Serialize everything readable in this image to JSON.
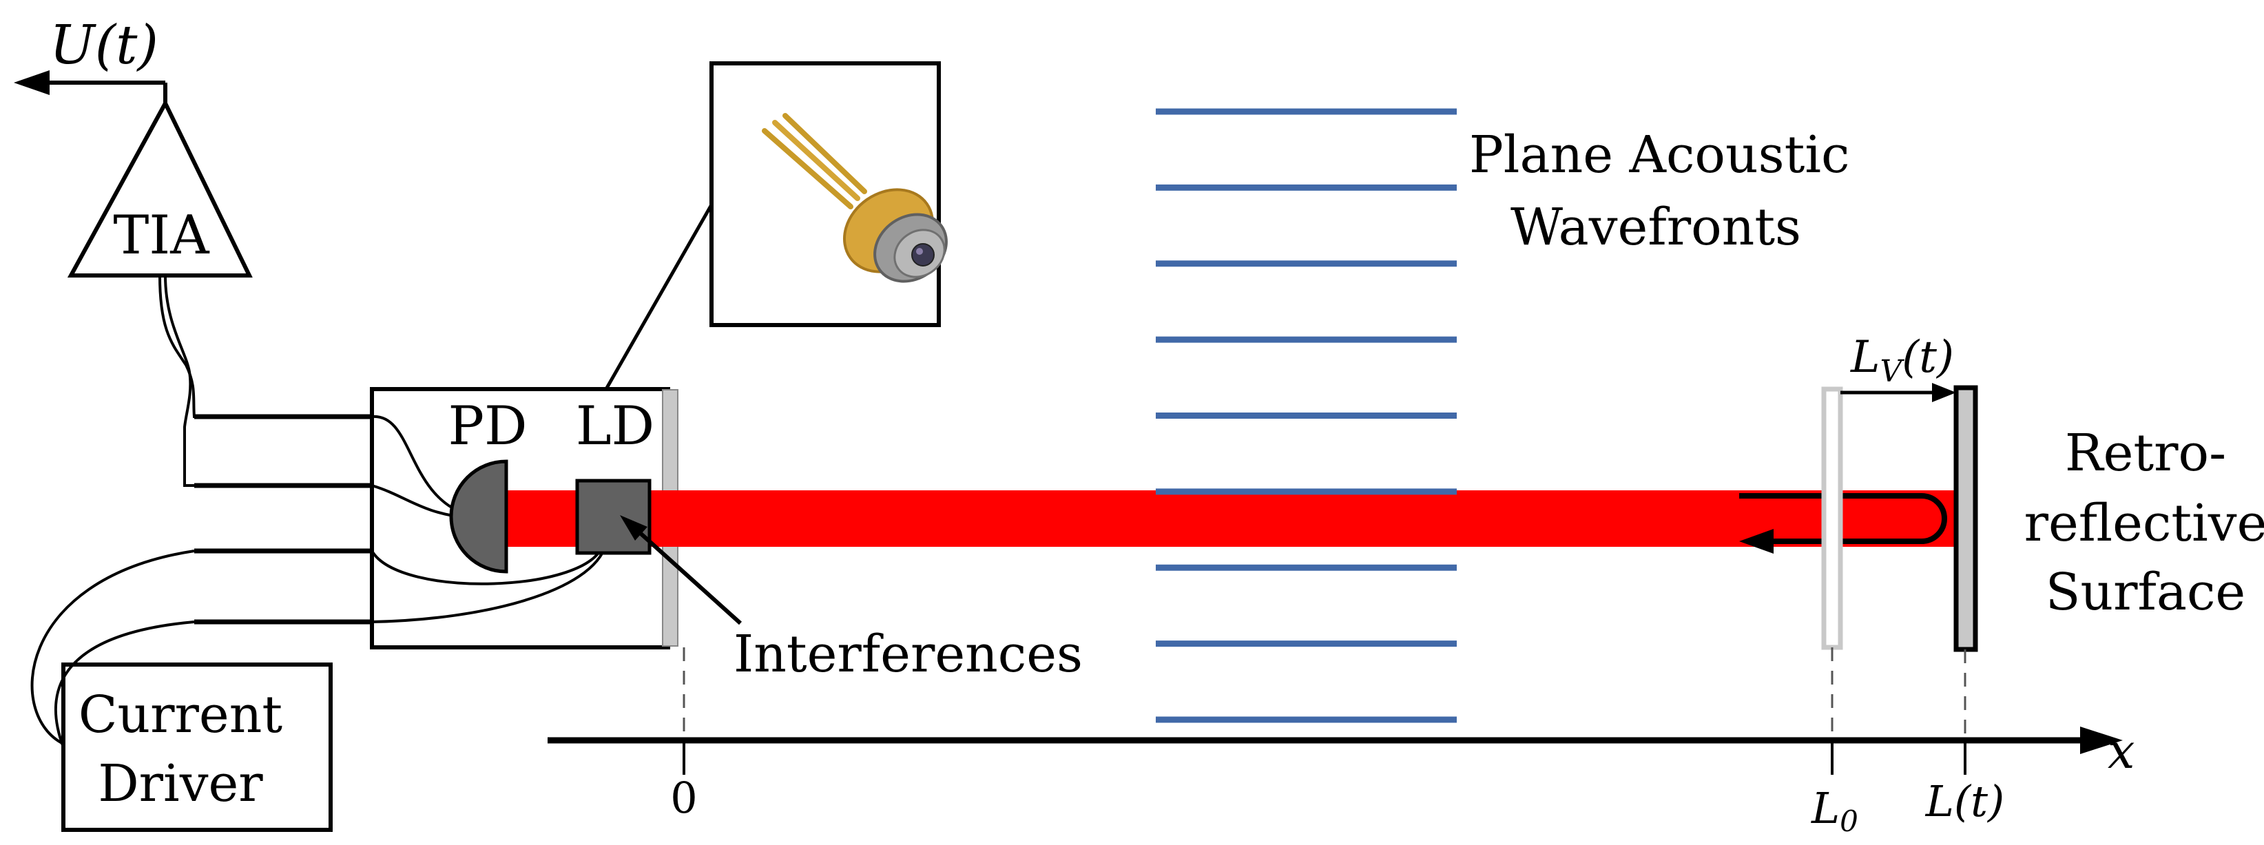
{
  "signal": {
    "label": "U(t)"
  },
  "amplifier": {
    "label": "TIA"
  },
  "driver": {
    "line1": "Current",
    "line2": "Driver"
  },
  "laser_package": {
    "pd_label": "PD",
    "ld_label": "LD"
  },
  "interference": {
    "label": "Interferences"
  },
  "acoustic": {
    "line1": "Plane Acoustic",
    "line2": "Wavefronts",
    "wavefront_count": 9
  },
  "surface": {
    "line1": "Retro-",
    "line2": "reflective",
    "line3": "Surface"
  },
  "axis": {
    "x_label": "x",
    "tick_origin": "0",
    "tick_l0_main": "L",
    "tick_l0_sub": "0",
    "tick_lt": "L(t)"
  },
  "vibration": {
    "main": "L",
    "sub": "V",
    "suffix": "(t)"
  },
  "colors": {
    "beam": "#ff0000",
    "wavefront": "#4169a8",
    "component": "#616161",
    "mirror": "#c8c8c8"
  }
}
